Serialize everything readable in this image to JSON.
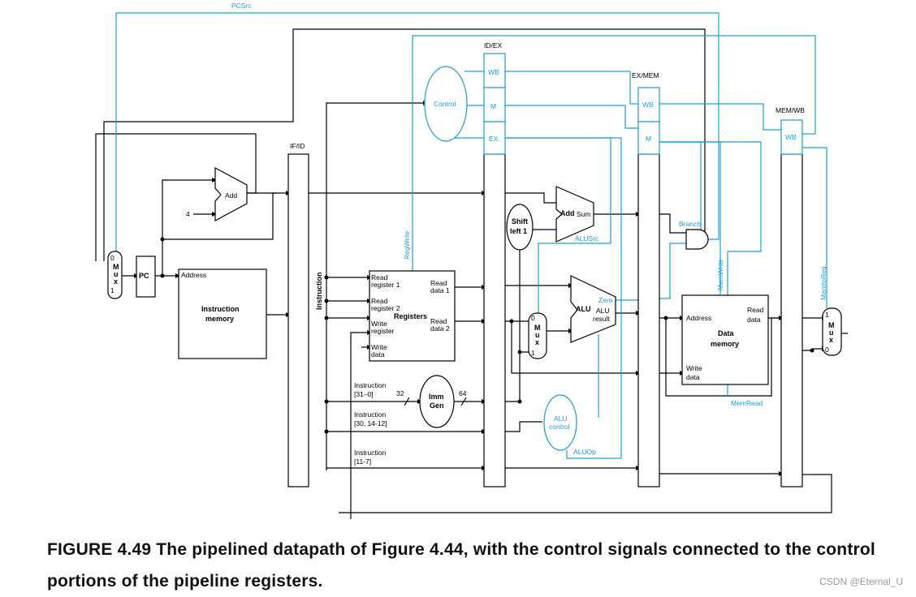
{
  "labels": {
    "pcsrc": "PCSrc",
    "ifid": "IF/ID",
    "idex": "ID/EX",
    "exmem": "EX/MEM",
    "memwb": "MEM/WB",
    "wb": "WB",
    "m": "M",
    "ex": "EX",
    "control": "Control",
    "regwrite": "RegWrite",
    "branch": "Branch",
    "memwrite": "MemWrite",
    "memtoreg": "MemtoReg",
    "memread": "MemRead",
    "alusrc": "ALUSrc",
    "aluop": "ALUOp",
    "add": "Add",
    "add2": "Add",
    "sum": "Sum",
    "four": "4",
    "pc": "PC",
    "address": "Address",
    "instruction_memory_1": "Instruction",
    "instruction_memory_2": "memory",
    "instruction_vertical": "Instruction",
    "read_reg1_a": "Read",
    "read_reg1_b": "register 1",
    "read_reg2_a": "Read",
    "read_reg2_b": "register 2",
    "write_reg_a": "Write",
    "write_reg_b": "register",
    "write_data_a": "Write",
    "write_data_b": "data",
    "registers": "Registers",
    "read_data1_a": "Read",
    "read_data1_b": "data 1",
    "read_data2_a": "Read",
    "read_data2_b": "data 2",
    "shift_1": "Shift",
    "shift_2": "left 1",
    "alu": "ALU",
    "zero": "Zero",
    "alu_result_1": "ALU",
    "alu_result_2": "result",
    "imm_1": "Imm",
    "imm_2": "Gen",
    "bits32": "32",
    "bits64": "64",
    "alu_control_1": "ALU",
    "alu_control_2": "control",
    "instr_a_1": "Instruction",
    "instr_a_2": "[31–0]",
    "instr_b_1": "Instruction",
    "instr_b_2": "[30, 14-12]",
    "instr_c_1": "Instruction",
    "instr_c_2": "[11-7]",
    "dm_address": "Address",
    "dm_read_1": "Read",
    "dm_read_2": "data",
    "dm_1": "Data",
    "dm_2": "memory",
    "dm_write_1": "Write",
    "dm_write_2": "data",
    "mux_m": "M",
    "mux_u": "u",
    "mux_x": "x",
    "mux_0": "0",
    "mux_1": "1"
  },
  "caption": {
    "text": "FIGURE 4.49 The pipelined datapath of Figure 4.44, with the control signals connected to the control portions of the pipeline registers."
  },
  "watermark": "CSDN @Eternal_U"
}
